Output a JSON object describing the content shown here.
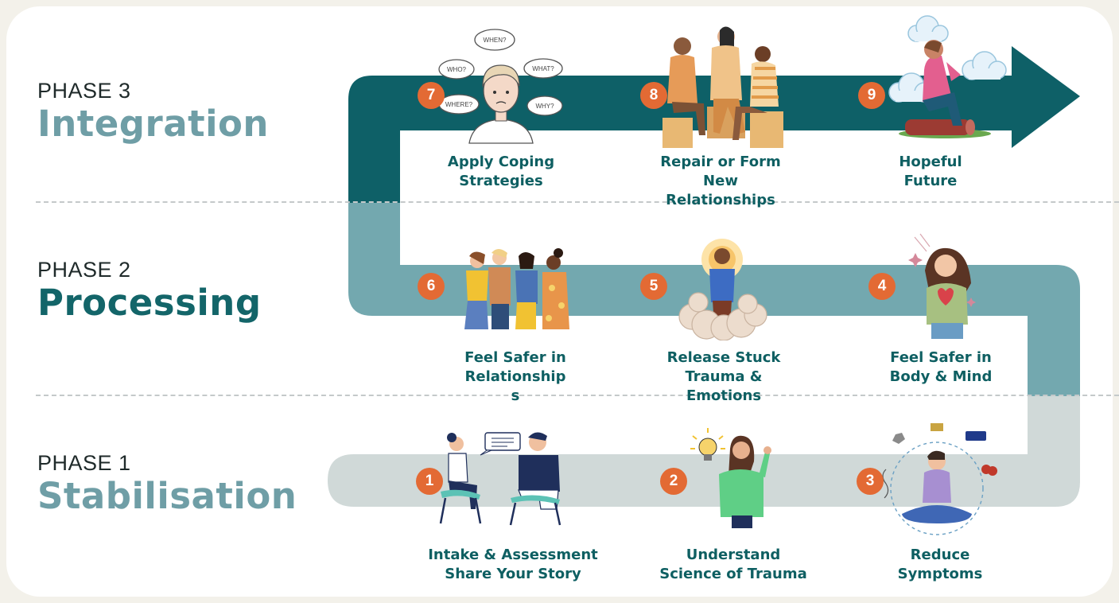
{
  "colors": {
    "phase3": "#0e6067",
    "phase2": "#73a8af",
    "phase1": "#d0d9d8",
    "badge": "#e36a34",
    "caption": "#0e5f62"
  },
  "phases": [
    {
      "small": "PHASE 3",
      "big": "Integration",
      "color": "#6f9ea6"
    },
    {
      "small": "PHASE 2",
      "big": "Processing",
      "color": "#136569"
    },
    {
      "small": "PHASE 1",
      "big": "Stabilisation",
      "color": "#6f9ea6"
    }
  ],
  "steps": [
    {
      "number": "1",
      "line1": "Intake & Assessment",
      "line2": "Share Your Story",
      "line3": "",
      "icon": "two-people-talking-illustration"
    },
    {
      "number": "2",
      "line1": "Understand",
      "line2": "Science of Trauma",
      "line3": "",
      "icon": "woman-lightbulb-illustration"
    },
    {
      "number": "3",
      "line1": "Reduce",
      "line2": "Symptoms",
      "line3": "",
      "icon": "meditating-woman-illustration"
    },
    {
      "number": "4",
      "line1": "Feel Safer in",
      "line2": "Body & Mind",
      "line3": "",
      "icon": "woman-hugging-heart-illustration"
    },
    {
      "number": "5",
      "line1": "Release Stuck",
      "line2": "Trauma &",
      "line3": "Emotions",
      "icon": "person-rising-from-cloud-illustration"
    },
    {
      "number": "6",
      "line1": "Feel Safer in",
      "line2": "Relationship",
      "line3": "s",
      "icon": "group-of-friends-illustration"
    },
    {
      "number": "7",
      "line1": "Apply Coping",
      "line2": "Strategies",
      "line3": "",
      "icon": "man-with-question-bubbles-illustration"
    },
    {
      "number": "8",
      "line1": "Repair or Form",
      "line2": "New",
      "line3": "Relationships",
      "icon": "three-people-sitting-illustration"
    },
    {
      "number": "9",
      "line1": "Hopeful",
      "line2": "Future",
      "line3": "",
      "icon": "person-sitting-on-log-illustration"
    }
  ],
  "question_bubbles": [
    "WHEN?",
    "WHO?",
    "WHAT?",
    "WHERE?",
    "WHY?"
  ]
}
